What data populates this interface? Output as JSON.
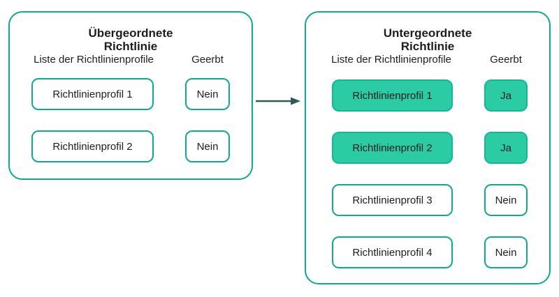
{
  "colors": {
    "teal": "#0faa8e",
    "mint": "#2bcba4",
    "mint_border": "#12b795",
    "arrow": "#2d5a55",
    "ink": "#1d1d1b"
  },
  "parent_panel": {
    "title_line1": "Übergeordnete",
    "title_line2": "Richtlinie",
    "list_header": "Liste der Richtlinienprofile",
    "inherited_header": "Geerbt",
    "rows": [
      {
        "profile": "Richtlinienprofil 1",
        "inherited": "Nein"
      },
      {
        "profile": "Richtlinienprofil 2",
        "inherited": "Nein"
      }
    ]
  },
  "child_panel": {
    "title_line1": "Untergeordnete",
    "title_line2": "Richtlinie",
    "list_header": "Liste der Richtlinienprofile",
    "inherited_header": "Geerbt",
    "rows": [
      {
        "profile": "Richtlinienprofil 1",
        "inherited": "Ja",
        "highlighted": true
      },
      {
        "profile": "Richtlinienprofil 2",
        "inherited": "Ja",
        "highlighted": true
      },
      {
        "profile": "Richtlinienprofil 3",
        "inherited": "Nein",
        "highlighted": false
      },
      {
        "profile": "Richtlinienprofil 4",
        "inherited": "Nein",
        "highlighted": false
      }
    ]
  }
}
